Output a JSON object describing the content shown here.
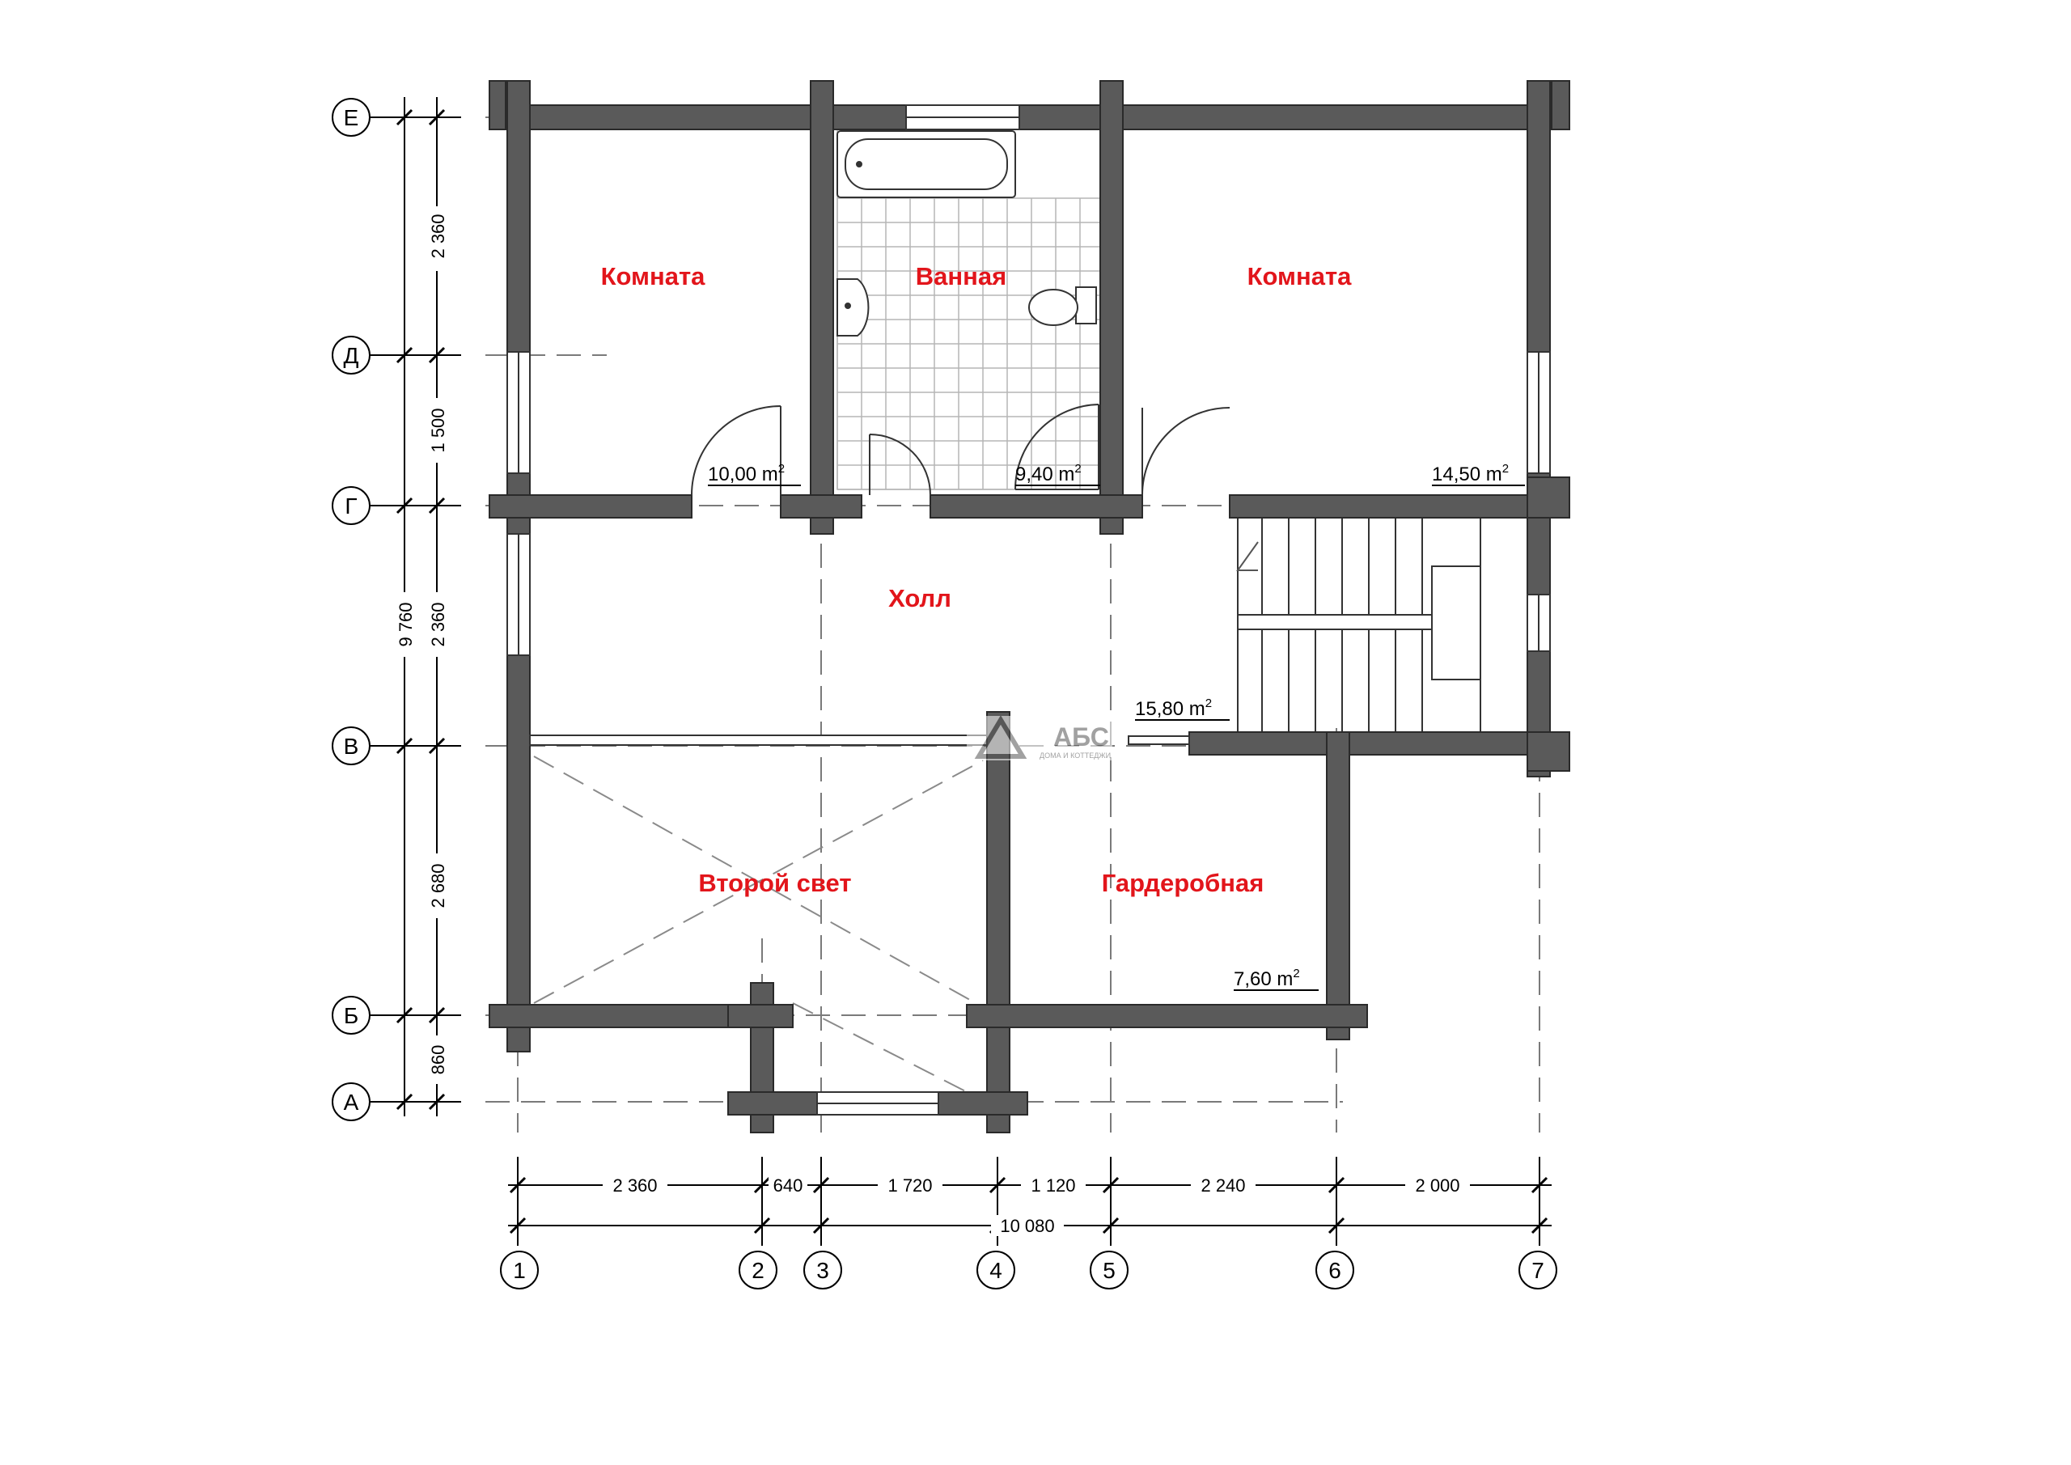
{
  "colors": {
    "wall": "#5a5a5a",
    "room_label": "#e2151b",
    "line": "#000000",
    "tile": "#b5b5b5",
    "dash": "#7a7a7a"
  },
  "rooms": [
    {
      "id": "room-left",
      "name": "Комната",
      "area": "10,00"
    },
    {
      "id": "bathroom",
      "name": "Ванная",
      "area": "9,40"
    },
    {
      "id": "room-right",
      "name": "Комната",
      "area": "14,50"
    },
    {
      "id": "hall",
      "name": "Холл",
      "area": "15,80"
    },
    {
      "id": "second-light",
      "name": "Второй свет",
      "area": ""
    },
    {
      "id": "wardrobe",
      "name": "Гардеробная",
      "area": "7,60"
    }
  ],
  "area_unit": "m",
  "area_exp": "2",
  "axes_rows": [
    "Е",
    "Д",
    "Г",
    "В",
    "Б",
    "А"
  ],
  "axes_cols": [
    "1",
    "2",
    "3",
    "4",
    "5",
    "6",
    "7"
  ],
  "dims_vertical": [
    "2 360",
    "1 500",
    "2 360",
    "2 680",
    "860"
  ],
  "dim_vertical_total": "9 760",
  "dims_horizontal": [
    "2 360",
    "640",
    "1 720",
    "1 120",
    "2 240",
    "2 000"
  ],
  "dim_horizontal_total": "10 080",
  "logo": {
    "main": "АБС",
    "sub": "ДОМА И КОТТЕДЖИ"
  }
}
